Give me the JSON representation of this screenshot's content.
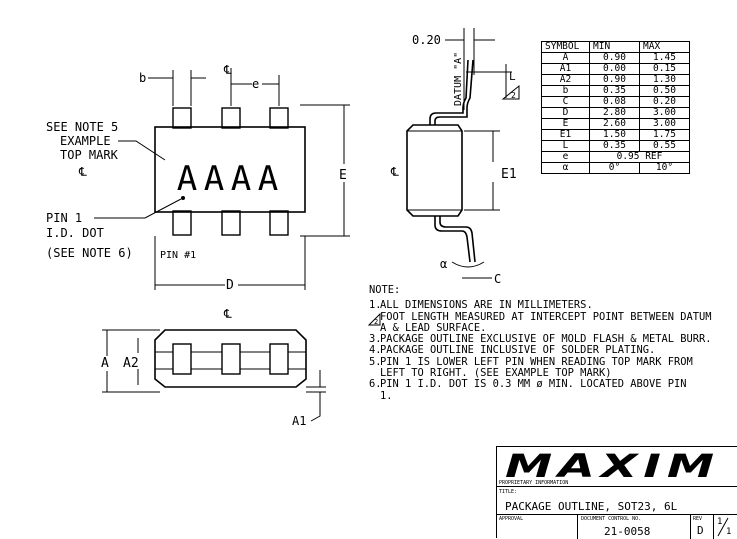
{
  "labels": {
    "b": "b",
    "e": "e",
    "cl": "℄",
    "see_note_5": "SEE NOTE 5",
    "example": "EXAMPLE",
    "top_mark": "TOP MARK",
    "pin1": "PIN 1",
    "id_dot": "I.D. DOT",
    "see_note_6": "(SEE NOTE 6)",
    "pin_num": "PIN #1",
    "E": "E",
    "D": "D",
    "dim_020": "0.20",
    "datum_a": "DATUM \"A\"",
    "L": "L",
    "E1": "E1",
    "alpha": "α",
    "C": "C",
    "A": "A",
    "A2": "A2",
    "A1": "A1",
    "top_mark_chars": [
      "A",
      "A",
      "A",
      "A"
    ]
  },
  "table": {
    "headers": [
      "SYMBOL",
      "MIN",
      "MAX"
    ],
    "rows": [
      [
        "A",
        "0.90",
        "1.45"
      ],
      [
        "A1",
        "0.00",
        "0.15"
      ],
      [
        "A2",
        "0.90",
        "1.30"
      ],
      [
        "b",
        "0.35",
        "0.50"
      ],
      [
        "C",
        "0.08",
        "0.20"
      ],
      [
        "D",
        "2.80",
        "3.00"
      ],
      [
        "E",
        "2.60",
        "3.00"
      ],
      [
        "E1",
        "1.50",
        "1.75"
      ],
      [
        "L",
        "0.35",
        "0.55"
      ]
    ],
    "row_e": {
      "symbol": "e",
      "value": "0.95 REF"
    },
    "row_alpha": {
      "symbol": "α",
      "min": "0°",
      "max": "10°"
    }
  },
  "notes": {
    "title": "NOTE:",
    "items": [
      {
        "num": "1.",
        "text": "ALL DIMENSIONS ARE IN MILLIMETERS."
      },
      {
        "num": "2.",
        "text": "FOOT LENGTH MEASURED AT INTERCEPT POINT BETWEEN DATUM A & LEAD SURFACE."
      },
      {
        "num": "3.",
        "text": "PACKAGE OUTLINE EXCLUSIVE OF MOLD FLASH & METAL BURR."
      },
      {
        "num": "4.",
        "text": "PACKAGE OUTLINE INCLUSIVE OF SOLDER PLATING."
      },
      {
        "num": "5.",
        "text": "PIN 1 IS LOWER LEFT PIN WHEN READING TOP MARK FROM LEFT TO RIGHT. (SEE EXAMPLE TOP MARK)"
      },
      {
        "num": "6.",
        "text": "PIN 1 I.D. DOT IS 0.3 MM ø MIN. LOCATED ABOVE PIN 1."
      }
    ]
  },
  "title_block": {
    "logo": "MAXIM",
    "proprietary": "PROPRIETARY INFORMATION",
    "title_label": "TITLE:",
    "title": "PACKAGE OUTLINE, SOT23, 6L",
    "approval_label": "APPROVAL",
    "doc_control_label": "DOCUMENT CONTROL NO.",
    "rev_label": "REV",
    "doc_no": "21-0058",
    "rev": "D",
    "sheet_num": "1",
    "sheet_den": "1"
  }
}
